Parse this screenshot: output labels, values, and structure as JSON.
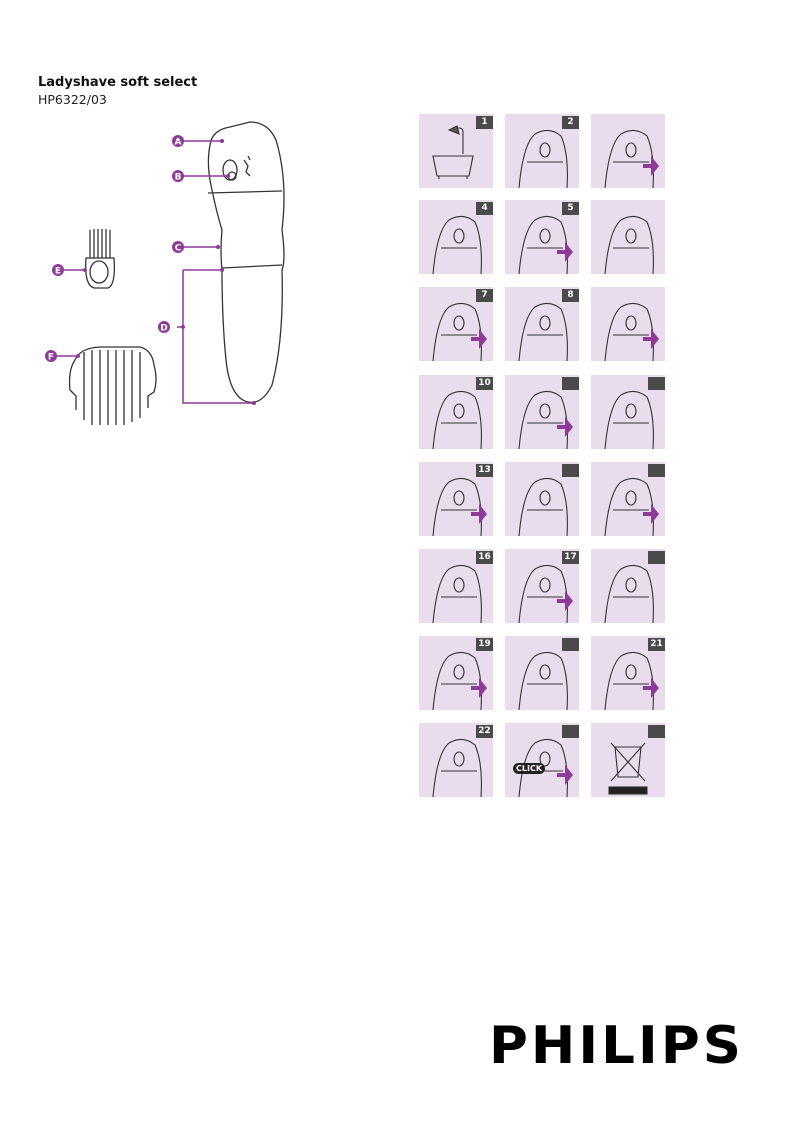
{
  "header": {
    "title": "Ladyshave soft select",
    "model": "HP6322/03"
  },
  "device_labels": [
    "A",
    "B",
    "C",
    "D",
    "E",
    "F"
  ],
  "accent_color": "#8e3a98",
  "panel_bg": "#e9dcec",
  "panels": [
    {
      "number": "1",
      "badge": true,
      "icon": "shower-bath"
    },
    {
      "number": "2",
      "badge": true,
      "icon": "remove-cap"
    },
    {
      "number": "",
      "badge": false,
      "icon": "slide-cap"
    },
    {
      "number": "4",
      "badge": true,
      "icon": "switch-on"
    },
    {
      "number": "5",
      "badge": true,
      "icon": "setting-1"
    },
    {
      "number": "",
      "badge": false,
      "icon": "setting-2"
    },
    {
      "number": "7",
      "badge": true,
      "icon": "setting-3"
    },
    {
      "number": "8",
      "badge": true,
      "icon": "press-button"
    },
    {
      "number": "",
      "badge": false,
      "icon": "shave-angle"
    },
    {
      "number": "10",
      "badge": true,
      "icon": "shaving-head"
    },
    {
      "number": "",
      "badge": true,
      "icon": "attach-comb"
    },
    {
      "number": "",
      "badge": true,
      "icon": "comb-attached"
    },
    {
      "number": "13",
      "badge": true,
      "icon": "trim-direction"
    },
    {
      "number": "",
      "badge": true,
      "icon": "remove-head"
    },
    {
      "number": "",
      "badge": true,
      "icon": "brush-clean"
    },
    {
      "number": "16",
      "badge": true,
      "icon": "rinse-tap"
    },
    {
      "number": "17",
      "badge": true,
      "icon": "oil-foil"
    },
    {
      "number": "",
      "badge": true,
      "icon": "remove-foil"
    },
    {
      "number": "19",
      "badge": true,
      "icon": "press-side"
    },
    {
      "number": "",
      "badge": true,
      "icon": "replace-foil"
    },
    {
      "number": "21",
      "badge": true,
      "icon": "disassemble"
    },
    {
      "number": "22",
      "badge": true,
      "icon": "remove-cutter"
    },
    {
      "number": "",
      "badge": true,
      "icon": "click-cutter",
      "text": "CLICK"
    },
    {
      "number": "",
      "badge": true,
      "icon": "recycle-bin"
    }
  ],
  "brand": {
    "logo": "PHILIPS"
  }
}
